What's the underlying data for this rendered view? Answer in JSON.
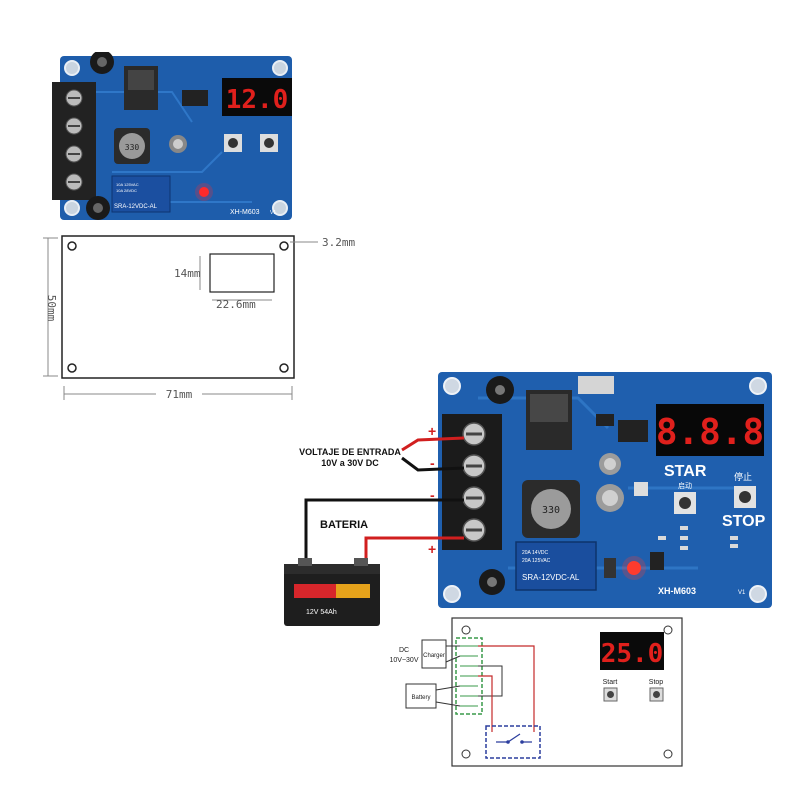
{
  "top_board": {
    "display_value": "12.0",
    "inductor_code": "330",
    "relay_label": "SRA-12VDC-AL",
    "relay_small_1": "10A 125VAC",
    "relay_small_2": "10A 28VDC",
    "model_label": "XH-M603",
    "version": "V1"
  },
  "dimension_drawing": {
    "hole_offset": "3.2mm",
    "display_height": "14mm",
    "display_width": "22.6mm",
    "board_height": "50mm",
    "board_width": "71mm"
  },
  "wiring_photo": {
    "plus_top": "+",
    "minus_top": "-",
    "minus_bottom": "-",
    "plus_bottom": "+",
    "input_label_line1": "VOLTAJE DE ENTRADA",
    "input_label_line2": "10V a 30V DC",
    "battery_label": "BATERIA",
    "battery_brand_text": "12V 54Ah",
    "display_value": "8.8.8",
    "star_label": "STAR",
    "star_cn": "启动",
    "stop_label": "STOP",
    "stop_cn": "停止",
    "inductor_code": "330",
    "relay_label": "SRA-12VDC-AL",
    "relay_small_1": "20A 14VDC",
    "relay_small_2": "20A 125VAC",
    "model_label": "XH-M603",
    "version": "V1"
  },
  "schematic": {
    "dc_label_line1": "DC",
    "dc_label_line2": "10V~30V",
    "charger_label": "Charger",
    "battery_label": "Battery",
    "display_value": "25.0",
    "start_label": "Start",
    "stop_label": "Stop"
  },
  "colors": {
    "pcb_blue": "#1f5fae",
    "pcb_trace": "#2e75c4",
    "seg_red": "#e0201c",
    "wire_red": "#d11f1f",
    "wire_black": "#111111",
    "schematic_green": "#3a9a4a",
    "schematic_blue": "#2c3e9e"
  }
}
